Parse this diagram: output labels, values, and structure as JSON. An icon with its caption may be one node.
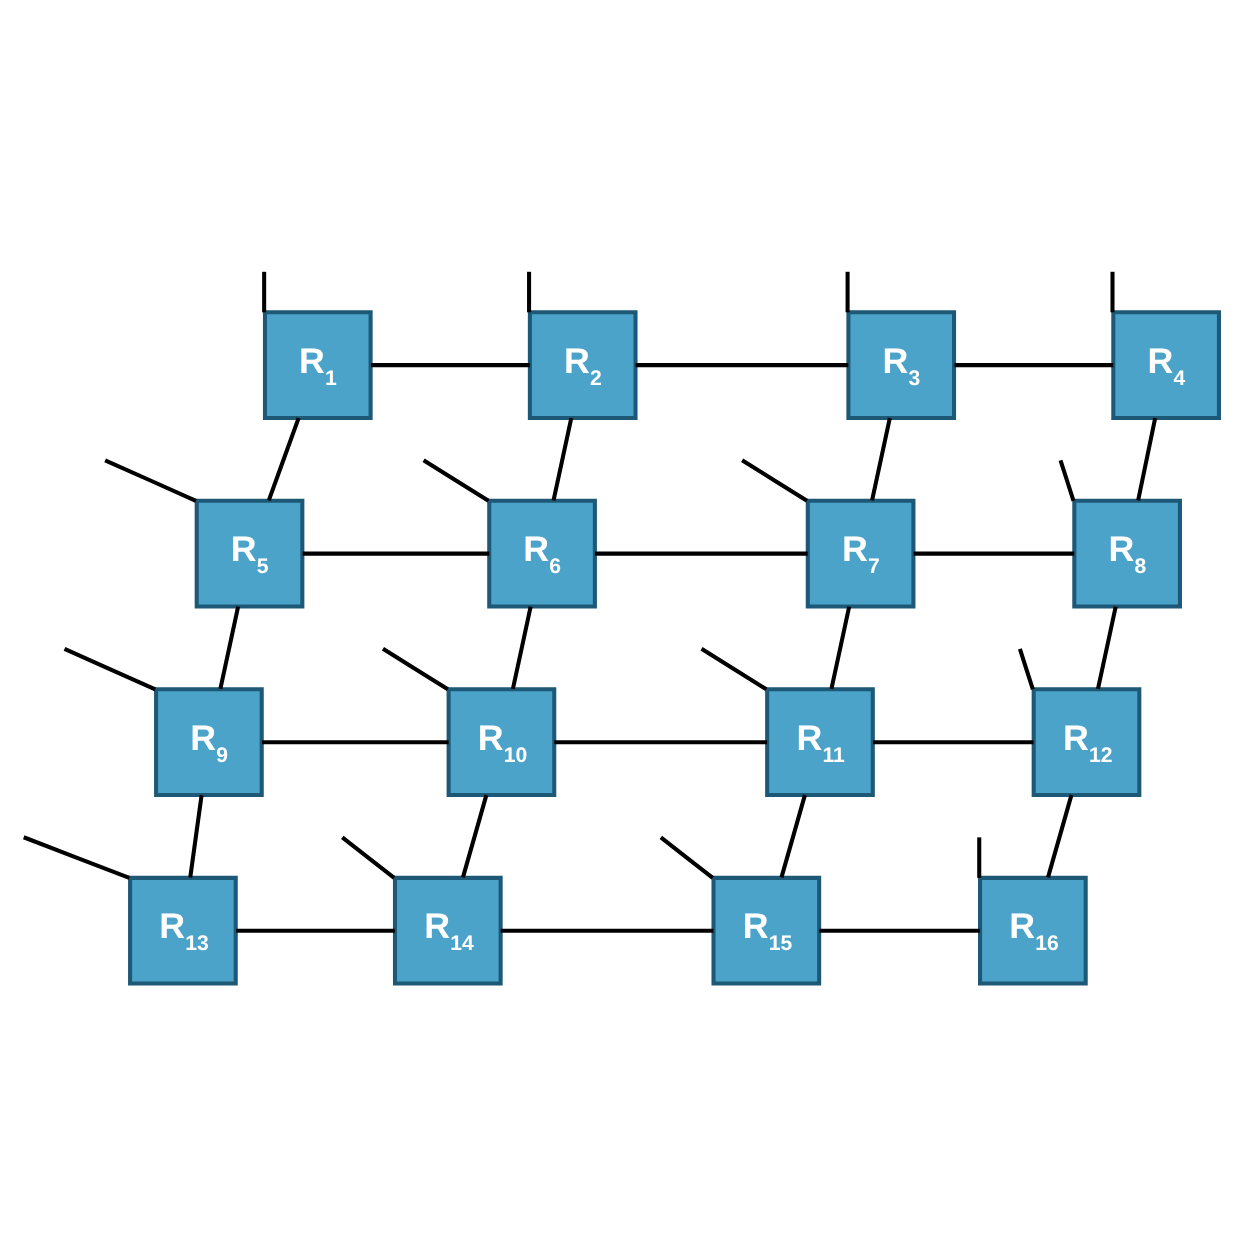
{
  "diagram": {
    "nodes": [
      {
        "text": [
          "R$_{1}$"
        ]
      },
      {
        "text": [
          "R$_{2}$"
        ]
      },
      {
        "text": [
          "R$_{3}$"
        ]
      },
      {
        "text": [
          "R$_{4}$"
        ]
      },
      {
        "text": [
          "R$_{5}$"
        ]
      },
      {
        "text": [
          "R$_{6}$"
        ]
      },
      {
        "text": [
          "R$_{7}$"
        ]
      },
      {
        "text": [
          "R$_{8}$"
        ]
      },
      {
        "text": [
          "R$_{9}$"
        ]
      },
      {
        "text": [
          "R$_{10}$"
        ]
      },
      {
        "text": [
          "R$_{11}$"
        ]
      },
      {
        "text": [
          "R$_{12}$"
        ]
      },
      {
        "text": [
          "R$_{13}$"
        ]
      },
      {
        "text": [
          "R$_{14}$"
        ]
      },
      {
        "text": [
          "R$_{15}$"
        ]
      },
      {
        "text": [
          "R$_{16}$"
        ]
      }
    ],
    "edges": [
      {
        "from": null,
        "to": 0,
        "arrow": "none"
      },
      {
        "from": null,
        "to": 1,
        "arrow": "none"
      },
      {
        "from": null,
        "to": 2,
        "arrow": "none"
      },
      {
        "from": null,
        "to": 3,
        "arrow": "none"
      },
      {
        "from": 0,
        "to": 1,
        "arrow": "none"
      },
      {
        "from": 1,
        "to": 2,
        "arrow": "none"
      },
      {
        "from": 2,
        "to": 3,
        "arrow": "none"
      },
      {
        "from": 0,
        "to": 4,
        "arrow": "none"
      },
      {
        "from": 1,
        "to": 5,
        "arrow": "none"
      },
      {
        "from": 2,
        "to": 6,
        "arrow": "none"
      },
      {
        "from": 3,
        "to": 7,
        "arrow": "none"
      },
      {
        "from": null,
        "to": 4,
        "arrow": "none"
      },
      {
        "from": null,
        "to": 5,
        "arrow": "none"
      },
      {
        "from": null,
        "to": 6,
        "arrow": "none"
      },
      {
        "from": null,
        "to": 7,
        "arrow": "none"
      },
      {
        "from": 4,
        "to": 5,
        "arrow": "none"
      },
      {
        "from": 5,
        "to": 6,
        "arrow": "none"
      },
      {
        "from": 6,
        "to": 7,
        "arrow": "none"
      },
      {
        "from": 4,
        "to": 8,
        "arrow": "none"
      },
      {
        "from": 5,
        "to": 9,
        "arrow": "none"
      },
      {
        "from": 6,
        "to": 10,
        "arrow": "none"
      },
      {
        "from": 7,
        "to": 11,
        "arrow": "none"
      },
      {
        "from": null,
        "to": 8,
        "arrow": "none"
      },
      {
        "from": null,
        "to": 9,
        "arrow": "none"
      },
      {
        "from": null,
        "to": 10,
        "arrow": "none"
      },
      {
        "from": null,
        "to": 11,
        "arrow": "none"
      },
      {
        "from": 8,
        "to": 9,
        "arrow": "none"
      },
      {
        "from": 9,
        "to": 10,
        "arrow": "none"
      },
      {
        "from": 10,
        "to": 11,
        "arrow": "none"
      },
      {
        "from": 8,
        "to": 12,
        "arrow": "none"
      },
      {
        "from": 9,
        "to": 13,
        "arrow": "none"
      },
      {
        "from": 10,
        "to": 14,
        "arrow": "none"
      },
      {
        "from": 11,
        "to": 15,
        "arrow": "none"
      },
      {
        "from": null,
        "to": 12,
        "arrow": "none"
      },
      {
        "from": null,
        "to": 13,
        "arrow": "none"
      },
      {
        "from": null,
        "to": 14,
        "arrow": "none"
      },
      {
        "from": null,
        "to": 15,
        "arrow": "none"
      },
      {
        "from": 12,
        "to": 13,
        "arrow": "none"
      },
      {
        "from": 13,
        "to": 14,
        "arrow": "none"
      },
      {
        "from": 14,
        "to": 15,
        "arrow": "none"
      }
    ]
  }
}
